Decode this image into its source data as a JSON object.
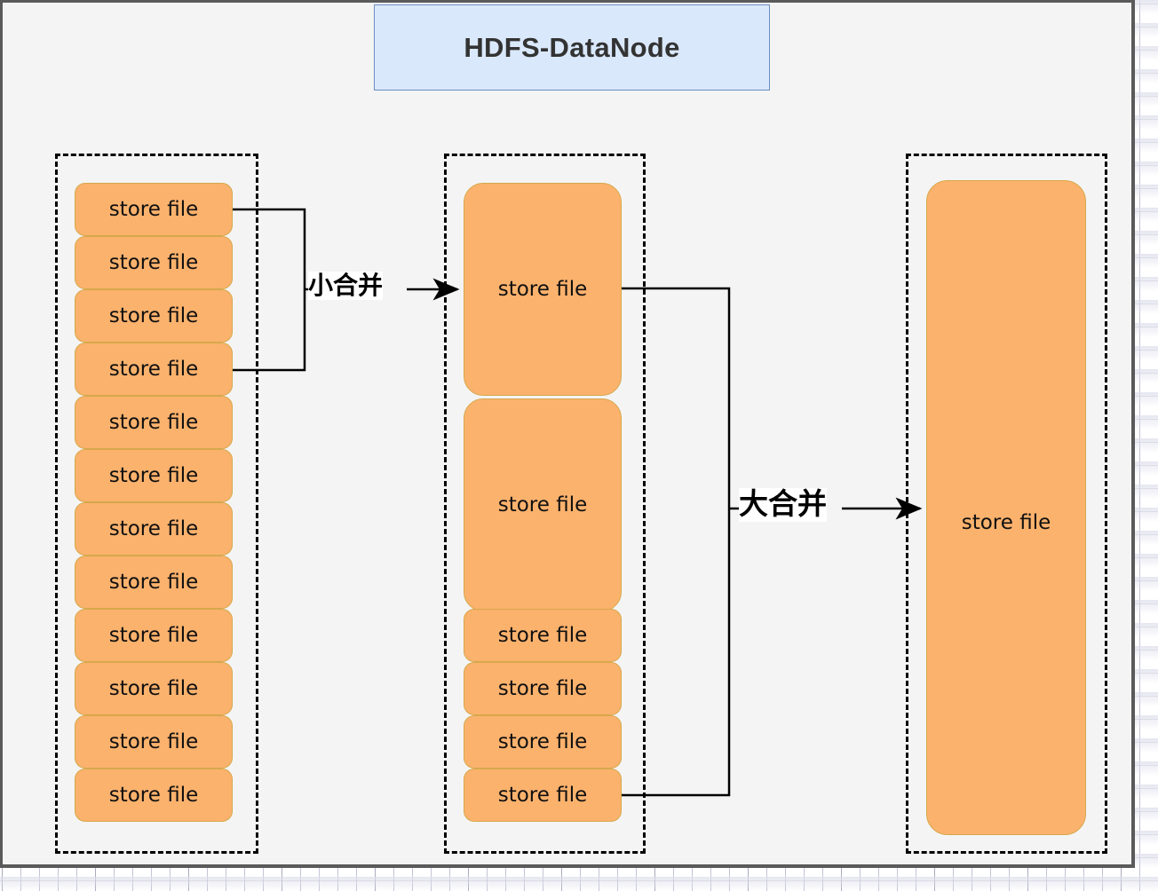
{
  "diagram": {
    "title": "HDFS-DataNode",
    "title_fill": "#dae8fc",
    "title_stroke": "#6c8ebf",
    "canvas_fill": "#f4f4f4",
    "canvas_stroke": "#5a5a5a",
    "box_fill": "#fbb26d",
    "box_stroke": "#d6a84b",
    "connector_color": "#000000",
    "group_stroke": "#000000"
  },
  "columns": {
    "left": {
      "name": "unmerged-store-files",
      "count": 12,
      "boxes": [
        {
          "label": "store file"
        },
        {
          "label": "store file"
        },
        {
          "label": "store file"
        },
        {
          "label": "store file"
        },
        {
          "label": "store file"
        },
        {
          "label": "store file"
        },
        {
          "label": "store file"
        },
        {
          "label": "store file"
        },
        {
          "label": "store file"
        },
        {
          "label": "store file"
        },
        {
          "label": "store file"
        },
        {
          "label": "store file"
        }
      ]
    },
    "middle": {
      "name": "minor-compacted-store-files",
      "count": 6,
      "boxes": [
        {
          "label": "store file",
          "size": "large"
        },
        {
          "label": "store file",
          "size": "large"
        },
        {
          "label": "store file",
          "size": "small"
        },
        {
          "label": "store file",
          "size": "small"
        },
        {
          "label": "store file",
          "size": "small"
        },
        {
          "label": "store file",
          "size": "small"
        }
      ]
    },
    "right": {
      "name": "major-compacted-store-file",
      "count": 1,
      "boxes": [
        {
          "label": "store file",
          "size": "tall"
        }
      ]
    }
  },
  "edges": [
    {
      "id": "minor",
      "label": "小合并",
      "from": "left-column-boxes-1-to-4",
      "to": "middle-column-first-box"
    },
    {
      "id": "major",
      "label": "大合并",
      "from": "middle-column-all-boxes",
      "to": "right-column-box"
    }
  ]
}
